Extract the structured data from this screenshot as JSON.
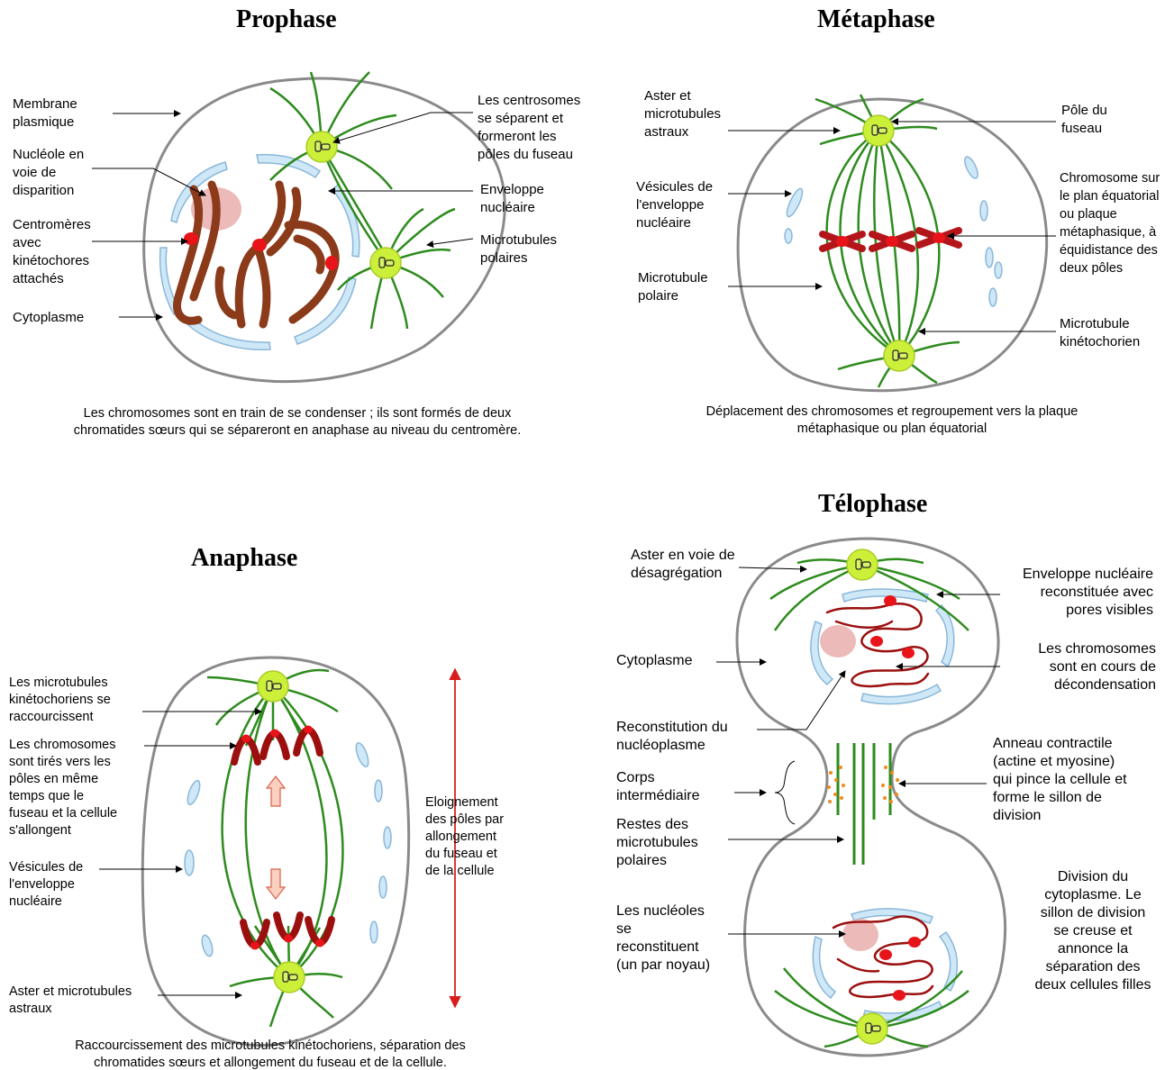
{
  "prophase": {
    "title": "Prophase",
    "labels": {
      "membrane": "Membrane\nplasmique",
      "nucleole": "Nucléole en\nvoie de\ndisparition",
      "centromeres": "Centromères\navec\nkinétochores\nattachés",
      "cytoplasme": "Cytoplasme",
      "centrosomes": "Les centrosomes\nse séparent et\nformeront les\npôles du fuseau",
      "enveloppe": "Enveloppe\nnucléaire",
      "microtubules": "Microtubules\npolaires"
    },
    "caption": "Les chromosomes sont en train de se condenser ; ils sont formés de deux\nchromatides sœurs  qui se sépareront en anaphase au niveau du centromère."
  },
  "metaphase": {
    "title": "Métaphase",
    "labels": {
      "aster": "Aster et\nmicrotubules\nastraux",
      "vesicules": "Vésicules de\nl'enveloppe\nnucléaire",
      "microtubule_polaire": "Microtubule\npolaire",
      "pole": "Pôle du\nfuseau",
      "chromosome": "Chromosome sur\nle plan équatorial\nou plaque\nmétaphasique, à\néquidistance des\ndeux pôles",
      "kinetochorien": "Microtubule\nkinétochorien"
    },
    "caption": "Déplacement des chromosomes et regroupement vers la plaque\nmétaphasique ou plan équatorial"
  },
  "anaphase": {
    "title": "Anaphase",
    "labels": {
      "raccourcissent": "Les microtubules\nkinétochoriens se\nraccourcissent",
      "tires": "Les chromosomes\nsont tirés vers les\npôles en même\ntemps que le\nfuseau et la cellule\ns'allongent",
      "vesicules": "Vésicules de\nl'enveloppe\nnucléaire",
      "aster": "Aster et microtubules\nastraux",
      "eloignement": "Eloignement\ndes pôles par\nallongement\ndu fuseau et\nde la cellule"
    },
    "caption": "Raccourcissement des microtubules kinétochoriens, séparation des\nchromatides sœurs et allongement du fuseau et de la cellule."
  },
  "telophase": {
    "title": "Télophase",
    "labels": {
      "aster": "Aster en voie de\ndésagrégation",
      "cytoplasme": "Cytoplasme",
      "reconstitution": "Reconstitution du\nnucléoplasme",
      "corps": "Corps\nintermédiaire",
      "restes": "Restes des\nmicrotubules\npolaires",
      "nucleoles": "Les nucléoles\nse\nreconstituent\n(un par noyau)",
      "enveloppe": "Enveloppe nucléaire\nreconstituée avec\npores visibles",
      "chromosomes": "Les chromosomes\nsont en cours de\ndécondensation",
      "anneau": "Anneau contractile\n(actine et myosine)\nqui pince la cellule et\nforme le sillon de\ndivision",
      "division": "Division du\ncytoplasme. Le\nsillon de division\nse creuse et\nannonce la\nséparation des\ndeux cellules filles"
    }
  },
  "colors": {
    "membrane": "#7f7f7f",
    "microtubule": "#2e8b1e",
    "centrosome": "#ccf03a",
    "envelope": "#bfe3f7",
    "chromosome_prophase": "#8b3a1a",
    "chromosome_dark": "#9b0f0f",
    "centromere": "#e8141a",
    "nucleole": "#e8a9a9",
    "arrow_red": "#d81c1c",
    "ring": "#f08a1a"
  }
}
